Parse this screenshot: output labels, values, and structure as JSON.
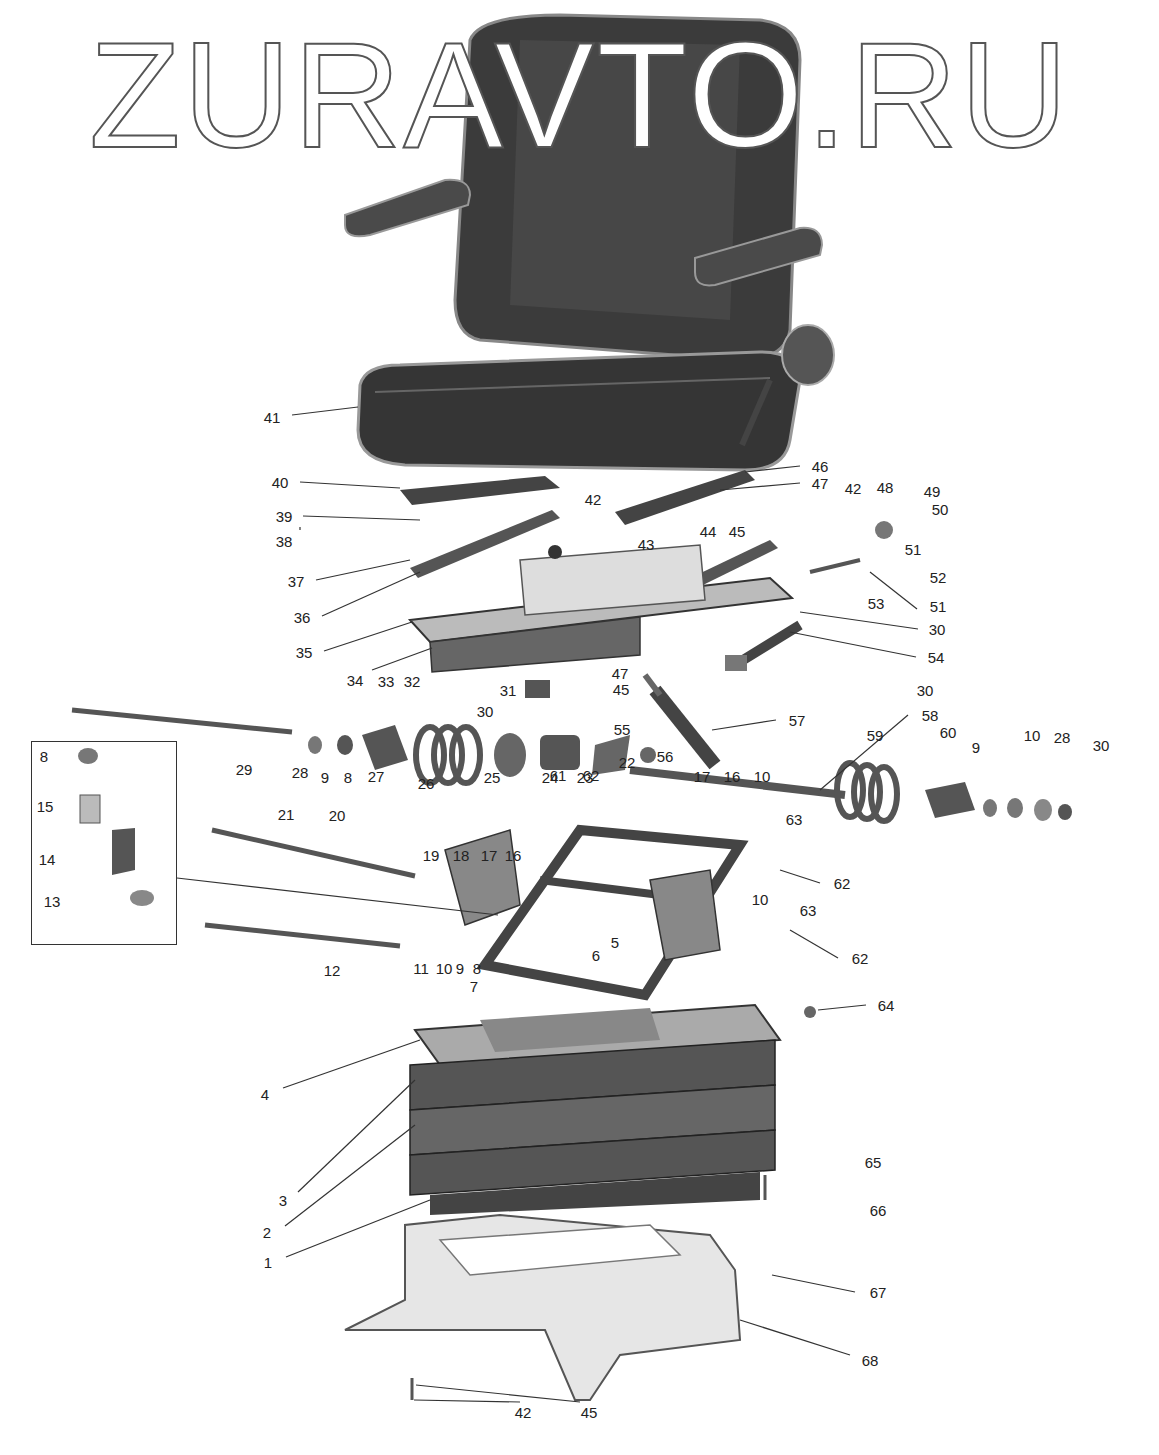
{
  "diagram": {
    "nodes": [
      {
        "text": [
          "8",
          "15",
          "14",
          "13"
        ]
      }
    ],
    "labels": [
      "ZURAVTO.RU",
      "41",
      "40",
      "46",
      "47",
      "42",
      "48",
      "49",
      "50",
      "51",
      "39",
      "38",
      "42",
      "43",
      "44",
      "45",
      "37",
      "52",
      "51",
      "36",
      "53",
      "30",
      "35",
      "34",
      "54",
      "33",
      "32",
      "47",
      "45",
      "30",
      "31",
      "57",
      "55",
      "30",
      "56",
      "29",
      "28",
      "9",
      "8",
      "27",
      "26",
      "25",
      "24",
      "23",
      "22",
      "58",
      "59",
      "60",
      "9",
      "10",
      "28",
      "30",
      "61",
      "62",
      "17",
      "16",
      "10",
      "21",
      "20",
      "19",
      "18",
      "17",
      "16",
      "63",
      "62",
      "10",
      "63",
      "5",
      "6",
      "62",
      "12",
      "11",
      "10",
      "9",
      "8",
      "7",
      "64",
      "4",
      "3",
      "2",
      "1",
      "65",
      "66",
      "67",
      "68",
      "42",
      "45"
    ]
  }
}
